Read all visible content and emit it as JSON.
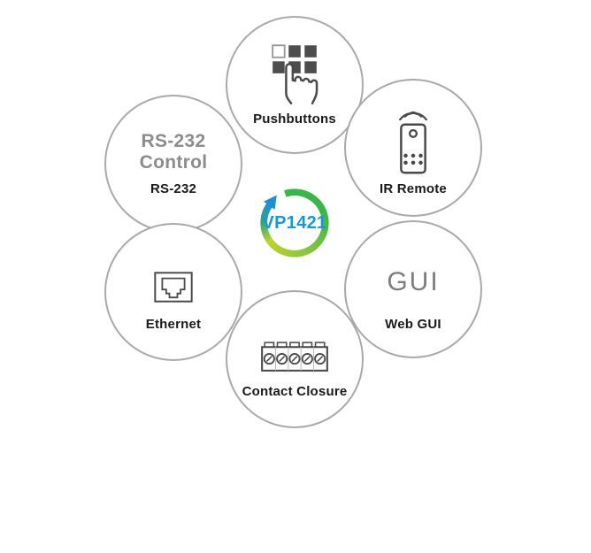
{
  "diagram": {
    "center": {
      "label": "VP1421"
    },
    "nodes": {
      "pushbuttons": {
        "label": "Pushbuttons",
        "icon": "pushbuttons-tap-icon"
      },
      "ir_remote": {
        "label": "IR Remote",
        "icon": "ir-remote-icon"
      },
      "gui": {
        "title": "GUI",
        "label": "Web GUI"
      },
      "contact_closure": {
        "label": "Contact Closure",
        "icon": "terminal-block-icon"
      },
      "ethernet": {
        "label": "Ethernet",
        "icon": "ethernet-port-icon"
      },
      "rs232": {
        "title_lines": [
          "RS-232",
          "Control"
        ],
        "label": "RS-232"
      }
    },
    "palette": {
      "brand_blue": "#1e90d2",
      "ring_green": "#3ab54a",
      "ring_yellow_green": "#bdd22b",
      "circle_border_gray": "#a9a9a9",
      "icon_gray": "#4a4a4a",
      "heading_gray": "#8c8c8c",
      "label_black": "#1a1a1a"
    }
  }
}
